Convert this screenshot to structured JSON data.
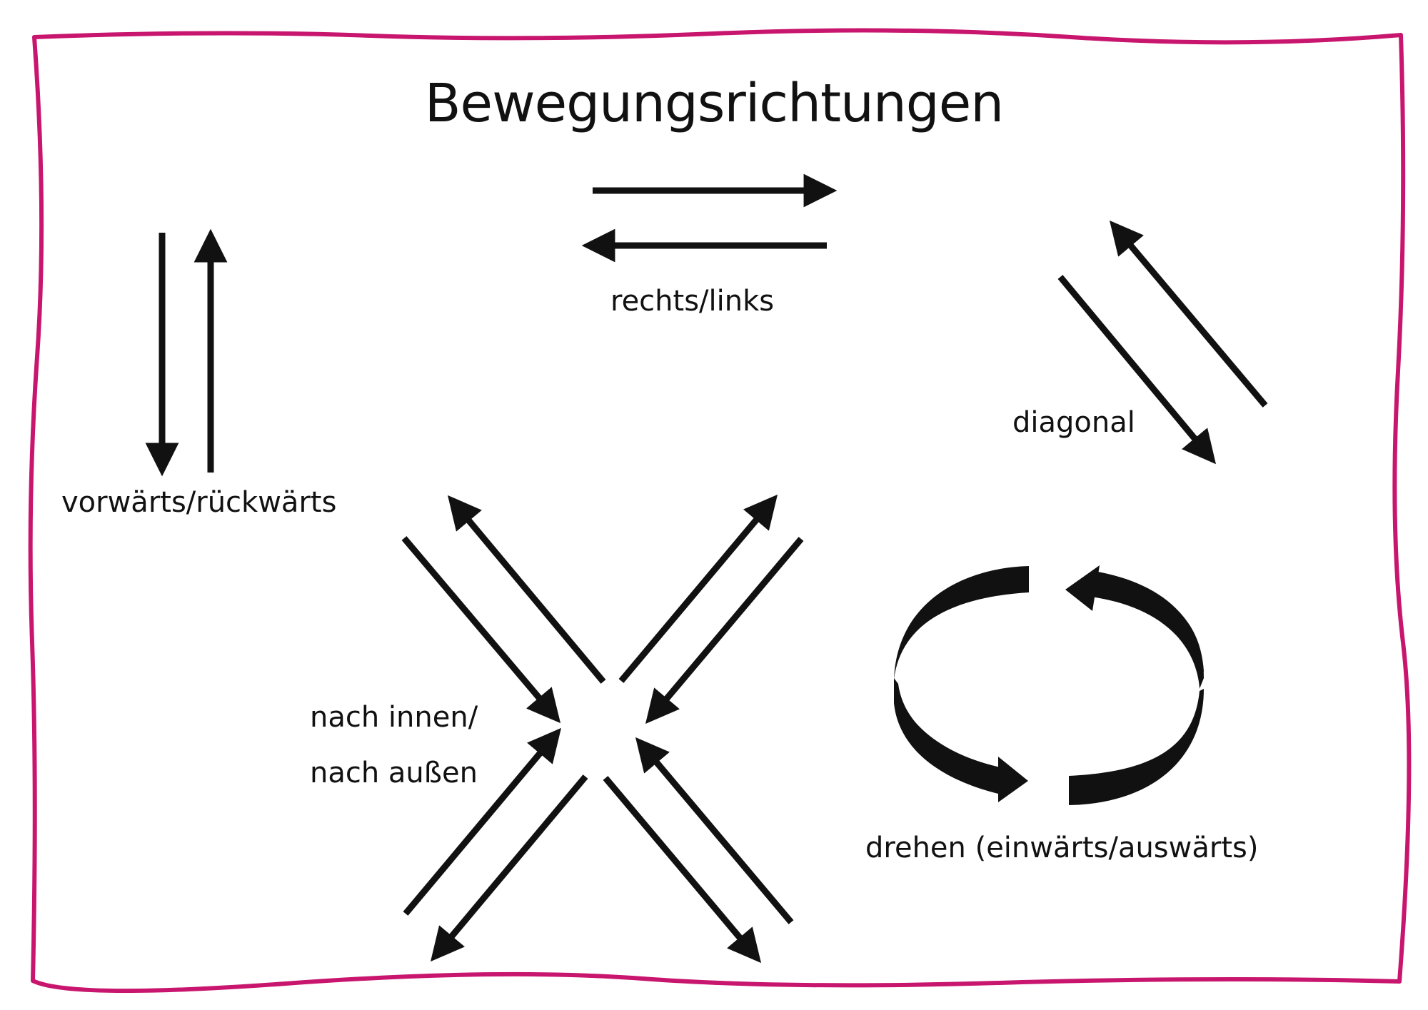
{
  "title": "Bewegungsrichtungen",
  "labels": {
    "rechts_links": "rechts/links",
    "vorwaerts_rueckwaerts": "vorwärts/rückwärts",
    "diagonal": "diagonal",
    "nach_innen": "nach innen/",
    "nach_aussen": "nach außen",
    "drehen": "drehen (einwärts/auswärts)"
  },
  "colors": {
    "frame": "#c8166e",
    "ink": "#111111"
  },
  "icons": {
    "arrow": "straight-arrow-icon",
    "rotation": "circular-arrows-icon"
  }
}
